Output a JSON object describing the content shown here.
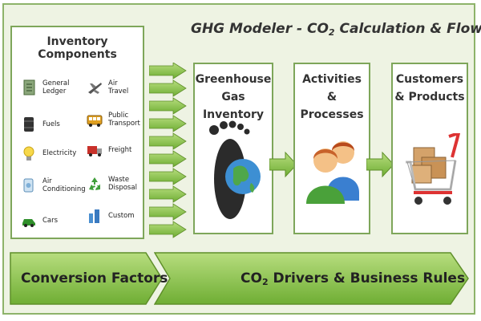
{
  "title": {
    "prefix": "GHG Modeler - CO",
    "sub": "2",
    "suffix": " Calculation & Flow"
  },
  "inventory": {
    "title": "Inventory Components",
    "items": [
      {
        "label": "General Ledger",
        "icon": "ledger-icon"
      },
      {
        "label": "Air Travel",
        "icon": "airplane-icon"
      },
      {
        "label": "Fuels",
        "icon": "fuel-barrel-icon"
      },
      {
        "label": "Public Transport",
        "icon": "bus-icon"
      },
      {
        "label": "Electricity",
        "icon": "lightbulb-icon"
      },
      {
        "label": "Freight",
        "icon": "truck-icon"
      },
      {
        "label": "Air Conditioning",
        "icon": "air-conditioning-icon"
      },
      {
        "label": "Waste Disposal",
        "icon": "recycle-icon"
      },
      {
        "label": "Cars",
        "icon": "car-icon"
      },
      {
        "label": "Custom",
        "icon": "custom-icon"
      }
    ]
  },
  "boxes": [
    {
      "line1": "Greenhouse",
      "line2": "Gas Inventory",
      "icon": "footprint-globe-icon"
    },
    {
      "line1": "Activities",
      "line2": "& Processes",
      "icon": "people-icon"
    },
    {
      "line1": "Customers",
      "line2": "& Products",
      "icon": "shopping-cart-icon"
    }
  ],
  "bottom": {
    "conversion": "Conversion Factors",
    "drivers_prefix": "CO",
    "drivers_sub": "2",
    "drivers_suffix": " Drivers & Business Rules"
  },
  "colors": {
    "accent": "#8cc63f",
    "accent_dark": "#5f8f2a",
    "border": "#7ea65a",
    "background": "#eef3e3"
  }
}
